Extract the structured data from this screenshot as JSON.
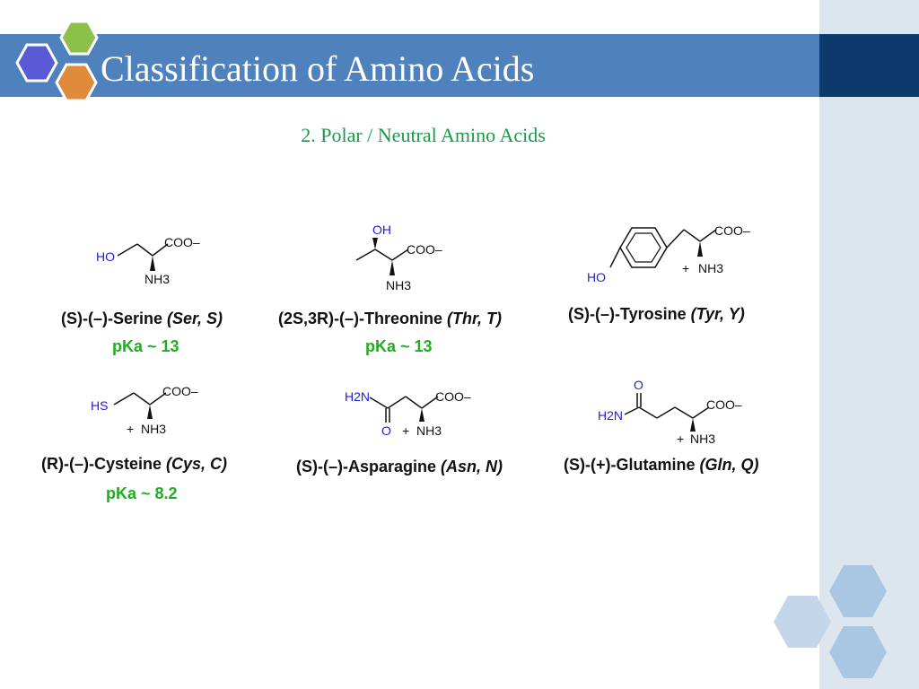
{
  "slide": {
    "title": "Classification of Amino Acids",
    "subtitle": "2. Polar / Neutral  Amino Acids"
  },
  "colors": {
    "title_bar": "#4f81bd",
    "title_bar_dark": "#0d3a6b",
    "side_panel": "#dde6ef",
    "subtitle": "#1a9a4a",
    "pka": "#1fae1f",
    "structure": "#2222cc"
  },
  "amino_acids": [
    {
      "name_prefix": "(S)-(–)-Serine ",
      "name_abbr": "(Ser, S)",
      "pka": "pKa ~ 13",
      "labels": {
        "left": "HO",
        "carboxylate": "COO–",
        "amine": "NH3"
      }
    },
    {
      "name_prefix": "(2S,3R)-(–)-Threonine ",
      "name_abbr": "(Thr, T)",
      "pka": "pKa ~ 13",
      "labels": {
        "hydroxyl": "OH",
        "carboxylate": "COO–",
        "amine": "NH3"
      }
    },
    {
      "name_prefix": "(S)-(–)-Tyrosine ",
      "name_abbr": "(Tyr, Y)",
      "labels": {
        "left": "HO",
        "carboxylate": "COO–",
        "charge": "+",
        "amine": "NH3"
      }
    },
    {
      "name_prefix": "(R)-(–)-Cysteine ",
      "name_abbr": "(Cys, C)",
      "pka": "pKa ~ 8.2",
      "labels": {
        "left": "HS",
        "carboxylate": "COO–",
        "charge": "+",
        "amine": "NH3"
      }
    },
    {
      "name_prefix": "(S)-(–)-Asparagine ",
      "name_abbr": "(Asn, N)",
      "labels": {
        "amide": "H2N",
        "oxygen": "O",
        "carboxylate": "COO–",
        "charge": "+",
        "amine": "NH3"
      }
    },
    {
      "name_prefix": "(S)-(+)-Glutamine ",
      "name_abbr": "(Gln, Q)",
      "labels": {
        "oxygen": "O",
        "amide": "H2N",
        "carboxylate": "COO–",
        "charge": "+",
        "amine": "NH3"
      }
    }
  ]
}
